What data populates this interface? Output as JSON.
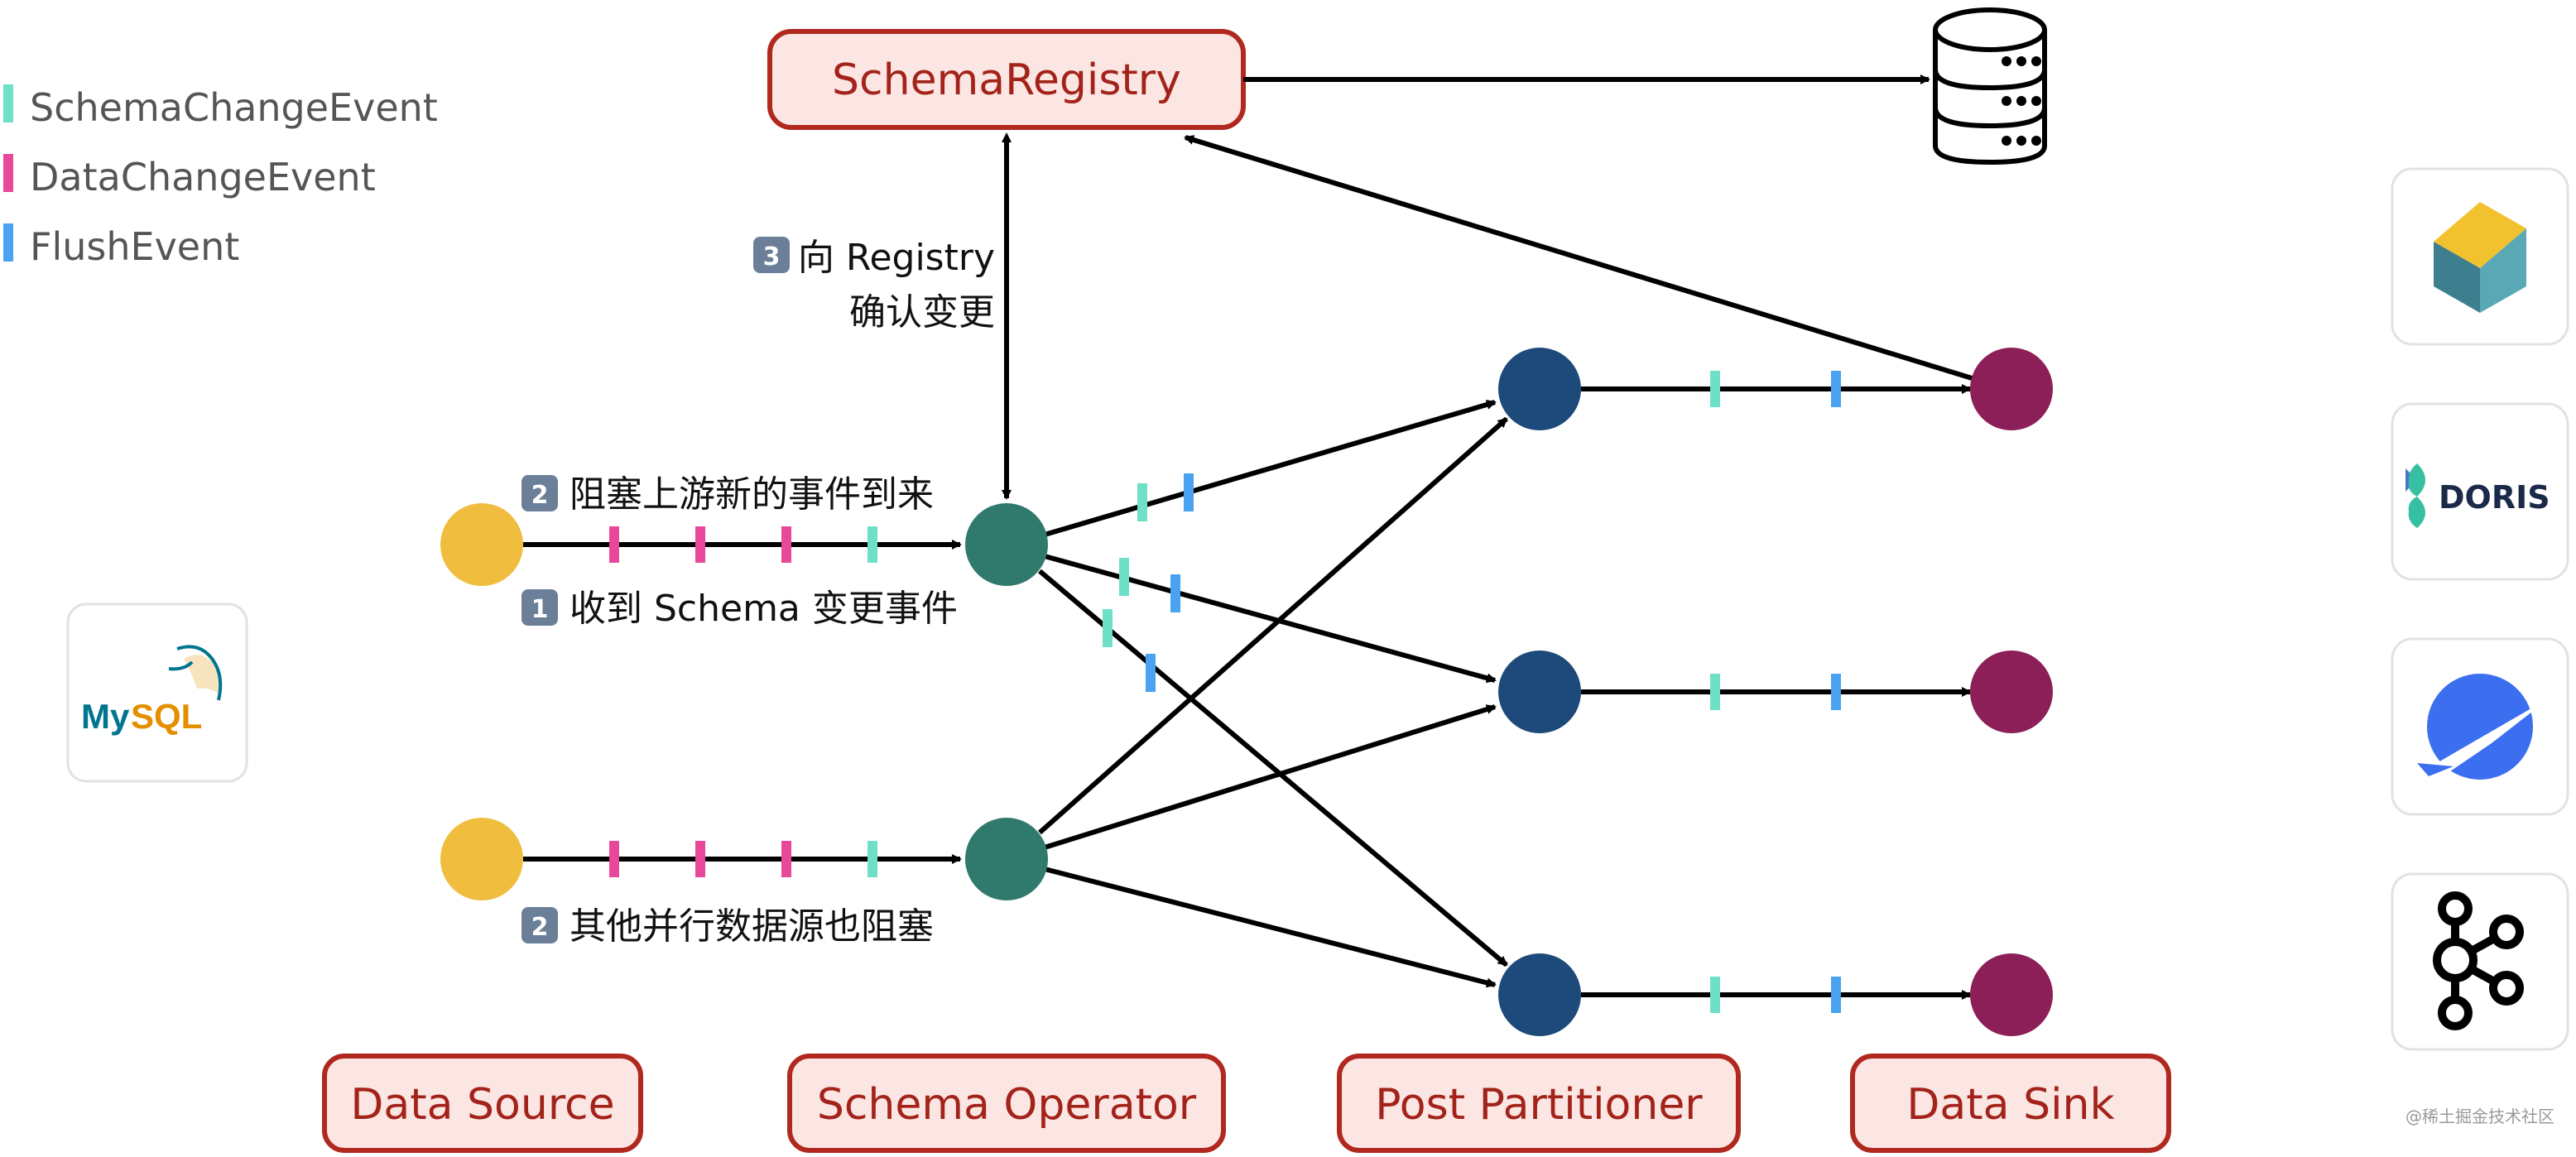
{
  "legend": [
    {
      "label": "SchemaChangeEvent",
      "color": "#6ee0c8"
    },
    {
      "label": "DataChangeEvent",
      "color": "#e8489a"
    },
    {
      "label": "FlushEvent",
      "color": "#4aa3f0"
    }
  ],
  "registry": {
    "label": "SchemaRegistry"
  },
  "stages": {
    "source": "Data Source",
    "operator": "Schema Operator",
    "partitioner": "Post Partitioner",
    "sink": "Data Sink"
  },
  "annotations": {
    "step3_num": "3",
    "step3_line1": "向 Registry",
    "step3_line2": "确认变更",
    "step2_num": "2",
    "step2_text": "阻塞上游新的事件到来",
    "step1_num": "1",
    "step1_text": "收到 Schema 变更事件",
    "step2b_num": "2",
    "step2b_text": "其他并行数据源也阻塞"
  },
  "logos": {
    "mysql": "MySQL",
    "doris": "DORIS"
  },
  "watermark": "@稀土掘金技术社区",
  "colors": {
    "source_node": "#f0bd3e",
    "operator_node": "#2f7a6c",
    "partitioner_node": "#1d4a7a",
    "sink_node": "#8c1f58",
    "stage_border": "#b0281e",
    "stage_fill": "#fbe6e3"
  },
  "icons": [
    "database-icon",
    "mysql-logo",
    "starrocks-logo",
    "doris-logo",
    "paimon-logo",
    "kafka-logo"
  ]
}
